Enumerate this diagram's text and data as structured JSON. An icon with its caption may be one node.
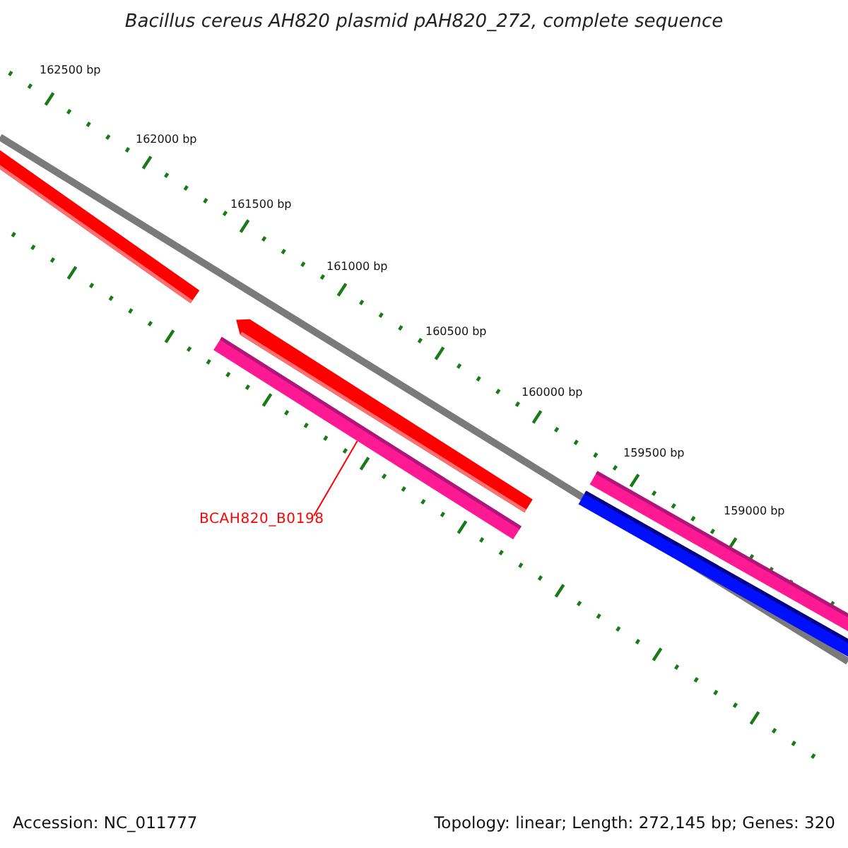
{
  "diagram": {
    "title": "Bacillus cereus AH820 plasmid pAH820_272, complete sequence",
    "nodes": [
      {
        "text": [],
        "shape": "bar"
      },
      {
        "text": [],
        "shape": "bar"
      },
      {
        "text": [],
        "shape": "bar"
      },
      {
        "text": [],
        "shape": "bar"
      },
      {
        "text": [],
        "shape": "bar"
      },
      {
        "text": [
          "BCAH820_B0198"
        ]
      }
    ],
    "edges": [
      {
        "from": 5,
        "to": 2,
        "arrow": "none"
      }
    ],
    "labels": [
      "162500 bp",
      "162000 bp",
      "161500 bp",
      "161000 bp",
      "160500 bp",
      "160000 bp",
      "159500 bp",
      "159000 bp",
      "Accession: NC_011777",
      "Topology: linear; Length: 272,145 bp; Genes: 320"
    ]
  }
}
